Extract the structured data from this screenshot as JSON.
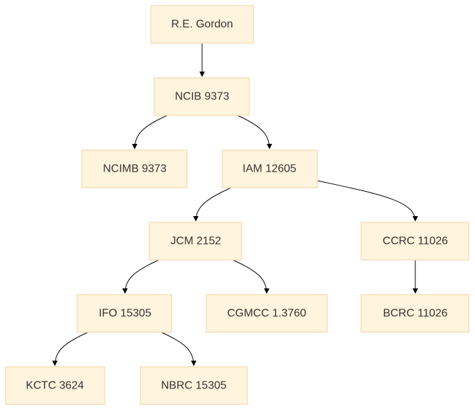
{
  "diagram": {
    "nodes": {
      "gordon": {
        "label": "R.E. Gordon"
      },
      "ncib": {
        "label": "NCIB 9373"
      },
      "ncimb": {
        "label": "NCIMB 9373"
      },
      "iam": {
        "label": "IAM 12605"
      },
      "jcm": {
        "label": "JCM 2152"
      },
      "ccrc": {
        "label": "CCRC 11026"
      },
      "ifo": {
        "label": "IFO 15305"
      },
      "cgmcc": {
        "label": "CGMCC 1.3760"
      },
      "bcrc": {
        "label": "BCRC 11026"
      },
      "kctc": {
        "label": "KCTC 3624"
      },
      "nbrc": {
        "label": "NBRC 15305"
      }
    },
    "edges": [
      {
        "from": "gordon",
        "to": "ncib"
      },
      {
        "from": "ncib",
        "to": "ncimb"
      },
      {
        "from": "ncib",
        "to": "iam"
      },
      {
        "from": "iam",
        "to": "jcm"
      },
      {
        "from": "iam",
        "to": "ccrc"
      },
      {
        "from": "jcm",
        "to": "ifo"
      },
      {
        "from": "jcm",
        "to": "cgmcc"
      },
      {
        "from": "ccrc",
        "to": "bcrc"
      },
      {
        "from": "ifo",
        "to": "kctc"
      },
      {
        "from": "ifo",
        "to": "nbrc"
      }
    ]
  }
}
